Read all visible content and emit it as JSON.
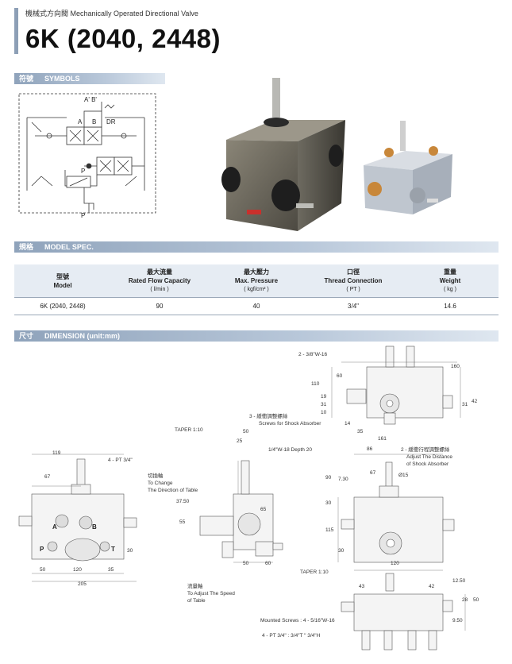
{
  "header": {
    "subtitle": "機械式方向閥 Mechanically Operated Directional Valve",
    "title": "6K (2040, 2448)"
  },
  "sections": {
    "symbols": {
      "zh": "符號",
      "en": "SYMBOLS"
    },
    "model_spec": {
      "zh": "規格",
      "en": "MODEL SPEC."
    },
    "dimension": {
      "zh": "尺寸",
      "en": "DIMENSION (unit:mm)"
    }
  },
  "symbol_labels": {
    "a_prime_b_prime": "A' B'",
    "a": "A",
    "b": "B",
    "dr": "DR",
    "p_top": "P",
    "p_bottom": "P"
  },
  "spec_table": {
    "headers": [
      {
        "zh": "型號",
        "en": "Model",
        "unit": ""
      },
      {
        "zh": "最大流量",
        "en": "Rated Flow Capacity",
        "unit": "( l/min )"
      },
      {
        "zh": "最大壓力",
        "en": "Max. Pressure",
        "unit": "( kgf/cm² )"
      },
      {
        "zh": "口徑",
        "en": "Thread Connection",
        "unit": "( PT )"
      },
      {
        "zh": "重量",
        "en": "Weight",
        "unit": "( kg )"
      }
    ],
    "rows": [
      [
        "6K (2040, 2448)",
        "90",
        "40",
        "3/4\"",
        "14.6"
      ]
    ]
  },
  "dimension": {
    "notes": {
      "thread_top": "2 - 3/8\"W-16",
      "screws_shock": "3 - 緩衝調整螺絲",
      "screws_shock_en": "Screws for Shock Absorber",
      "taper_top": "TAPER 1:10",
      "quarter_w": "1/4\"W-18  Depth 20",
      "change_dir_zh": "切換軸",
      "change_dir_en1": "To Change",
      "change_dir_en2": "The Direction of Table",
      "pt_ports": "4 - PT 3/4\"",
      "adjust_dist_zh": "2 - 緩衝行程調整螺絲",
      "adjust_dist_en1": "Adjust The Distance",
      "adjust_dist_en2": "of Shock Absorber",
      "taper_bottom": "TAPER 1:10",
      "speed_zh": "流量軸",
      "speed_en1": "To Adjust The Speed",
      "speed_en2": "of Table",
      "mounted_screws": "Mounted Screws : 4 - 5/16\"W-16",
      "pt_bottom": "4 - PT 3/4\" : 3/4\"T \" 3/4\"H",
      "dia": "Ø15"
    },
    "port_labels": {
      "a": "A",
      "b": "B",
      "p": "P",
      "t": "T"
    },
    "values": {
      "d160": "160",
      "d110": "110",
      "d60": "60",
      "d19": "19",
      "d31a": "31",
      "d10": "10",
      "d31b": "31",
      "d42": "42",
      "d14": "14",
      "d35a": "35",
      "d161": "161",
      "d50a": "50",
      "d25": "25",
      "d119": "119",
      "d67": "67",
      "d30a": "30",
      "d50b": "50",
      "d120a": "120",
      "d35b": "35",
      "d205": "205",
      "d3750": "37.50",
      "d55": "55",
      "d65": "65",
      "d50c": "50",
      "d60b": "60",
      "d86": "86",
      "d67b": "67",
      "d90": "90",
      "d730": "7.30",
      "d30b": "30",
      "d115": "115",
      "d30c": "30",
      "d120b": "120",
      "d43": "43",
      "d42b": "42",
      "d1250": "12.50",
      "d28": "28",
      "d50d": "50",
      "d950": "9.50"
    }
  }
}
